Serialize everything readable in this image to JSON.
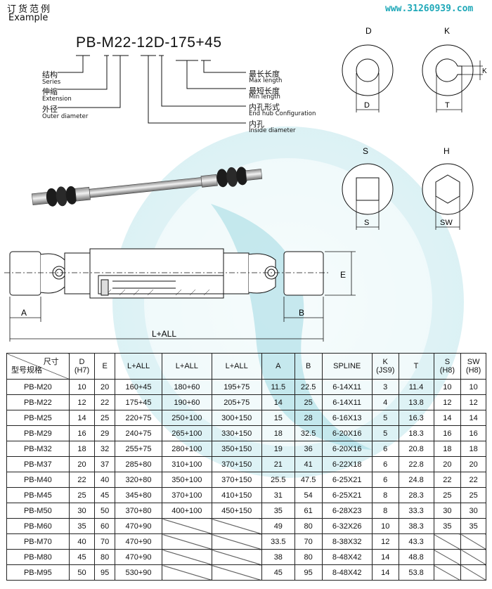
{
  "header": {
    "title_cn": "订货范例",
    "title_en": "Example",
    "website": "www.31260939.com"
  },
  "ordering": {
    "code": "PB-M22-12D-175+45",
    "labels": [
      {
        "cn": "结构",
        "en": "Series"
      },
      {
        "cn": "伸缩",
        "en": "Extension"
      },
      {
        "cn": "外径",
        "en": "Outer diameter"
      },
      {
        "cn": "最长长度",
        "en": "Max length"
      },
      {
        "cn": "最短长度",
        "en": "Min length"
      },
      {
        "cn": "内孔形式",
        "en": "End hub Configuration"
      },
      {
        "cn": "内孔",
        "en": "Inside diameter"
      }
    ]
  },
  "bore_types": {
    "D": {
      "title": "D",
      "dim": "D"
    },
    "K": {
      "title": "K",
      "dim": "T",
      "side": "K"
    },
    "S": {
      "title": "S",
      "dim": "S"
    },
    "H": {
      "title": "H",
      "dim": "SW"
    }
  },
  "drawing": {
    "dim_a": "A",
    "dim_b": "B",
    "dim_e": "E",
    "dim_total": "L+ALL"
  },
  "table": {
    "corner_top": "尺寸",
    "corner_bottom": "型号规格",
    "headers": [
      {
        "line1": "D",
        "line2": "(H7)"
      },
      {
        "line1": "E",
        "line2": ""
      },
      {
        "line1": "L+ALL",
        "line2": ""
      },
      {
        "line1": "L+ALL",
        "line2": ""
      },
      {
        "line1": "L+ALL",
        "line2": ""
      },
      {
        "line1": "A",
        "line2": ""
      },
      {
        "line1": "B",
        "line2": ""
      },
      {
        "line1": "SPLINE",
        "line2": ""
      },
      {
        "line1": "K",
        "line2": "(JS9)"
      },
      {
        "line1": "T",
        "line2": ""
      },
      {
        "line1": "S",
        "line2": "(H8)"
      },
      {
        "line1": "SW",
        "line2": "(H8)"
      }
    ],
    "rows": [
      [
        "PB-M20",
        "10",
        "20",
        "160+45",
        "180+60",
        "195+75",
        "11.5",
        "22.5",
        "6-14X11",
        "3",
        "11.4",
        "10",
        "10"
      ],
      [
        "PB-M22",
        "12",
        "22",
        "175+45",
        "190+60",
        "205+75",
        "14",
        "25",
        "6-14X11",
        "4",
        "13.8",
        "12",
        "12"
      ],
      [
        "PB-M25",
        "14",
        "25",
        "220+75",
        "250+100",
        "300+150",
        "15",
        "28",
        "6-16X13",
        "5",
        "16.3",
        "14",
        "14"
      ],
      [
        "PB-M29",
        "16",
        "29",
        "240+75",
        "265+100",
        "330+150",
        "18",
        "32.5",
        "6-20X16",
        "5",
        "18.3",
        "16",
        "16"
      ],
      [
        "PB-M32",
        "18",
        "32",
        "255+75",
        "280+100",
        "350+150",
        "19",
        "36",
        "6-20X16",
        "6",
        "20.8",
        "18",
        "18"
      ],
      [
        "PB-M37",
        "20",
        "37",
        "285+80",
        "310+100",
        "370+150",
        "21",
        "41",
        "6-22X18",
        "6",
        "22.8",
        "20",
        "20"
      ],
      [
        "PB-M40",
        "22",
        "40",
        "320+80",
        "350+100",
        "370+150",
        "25.5",
        "47.5",
        "6-25X21",
        "6",
        "24.8",
        "22",
        "22"
      ],
      [
        "PB-M45",
        "25",
        "45",
        "345+80",
        "370+100",
        "410+150",
        "31",
        "54",
        "6-25X21",
        "8",
        "28.3",
        "25",
        "25"
      ],
      [
        "PB-M50",
        "30",
        "50",
        "370+80",
        "400+100",
        "450+150",
        "35",
        "61",
        "6-28X23",
        "8",
        "33.3",
        "30",
        "30"
      ],
      [
        "PB-M60",
        "35",
        "60",
        "470+90",
        "",
        "",
        "49",
        "80",
        "6-32X26",
        "10",
        "38.3",
        "35",
        "35"
      ],
      [
        "PB-M70",
        "40",
        "70",
        "470+90",
        "",
        "",
        "33.5",
        "70",
        "8-38X32",
        "12",
        "43.3",
        "",
        ""
      ],
      [
        "PB-M80",
        "45",
        "80",
        "470+90",
        "",
        "",
        "38",
        "80",
        "8-48X42",
        "14",
        "48.8",
        "",
        ""
      ],
      [
        "PB-M95",
        "50",
        "95",
        "530+90",
        "",
        "",
        "45",
        "95",
        "8-48X42",
        "14",
        "53.8",
        "",
        ""
      ]
    ]
  }
}
